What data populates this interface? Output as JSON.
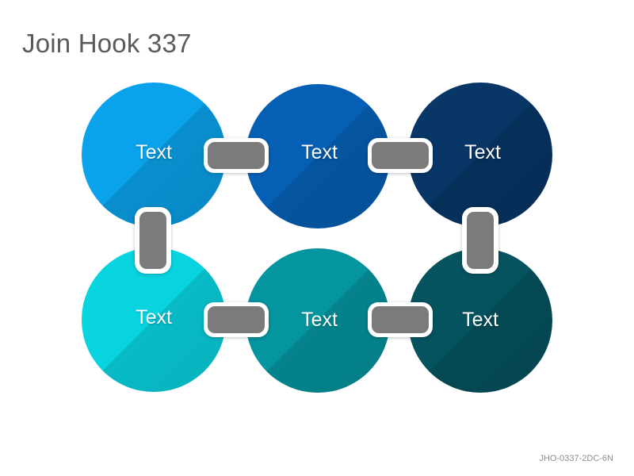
{
  "title": "Join Hook 337",
  "footer_code": "JHO-0337-2DC-6N",
  "nodes": [
    {
      "label": "Text",
      "color": "#0aa2ea"
    },
    {
      "label": "Text",
      "color": "#0560b5"
    },
    {
      "label": "Text",
      "color": "#073667"
    },
    {
      "label": "Text",
      "color": "#08d4e0"
    },
    {
      "label": "Text",
      "color": "#04959f"
    },
    {
      "label": "Text",
      "color": "#05535f"
    }
  ],
  "link_color": "#7b7b7b"
}
